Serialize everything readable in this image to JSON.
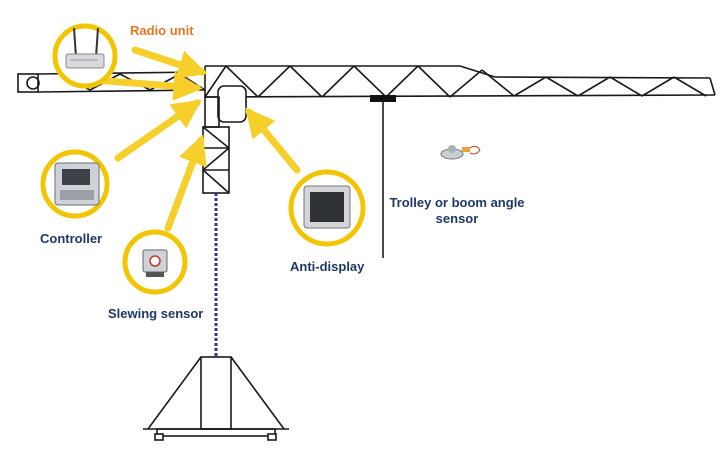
{
  "diagram": {
    "labels": {
      "radio_unit": "Radio unit",
      "controller": "Controller",
      "slewing_sensor": "Slewing sensor",
      "anti_display": "Anti-display",
      "trolley_sensor_line1": "Trolley or boom angle",
      "trolley_sensor_line2": "sensor"
    },
    "colors": {
      "radio_label": "#e8781f",
      "label_text": "#1f3864",
      "callout_ring": "#f2c500",
      "arrow": "#f7cf2a",
      "structure": "#1a1a1a",
      "tower_cable": "#2e3a8c"
    },
    "icons": [
      "radio-antenna-icon",
      "controller-box-icon",
      "slewing-encoder-icon",
      "monitor-display-icon",
      "angle-sensor-icon"
    ]
  }
}
